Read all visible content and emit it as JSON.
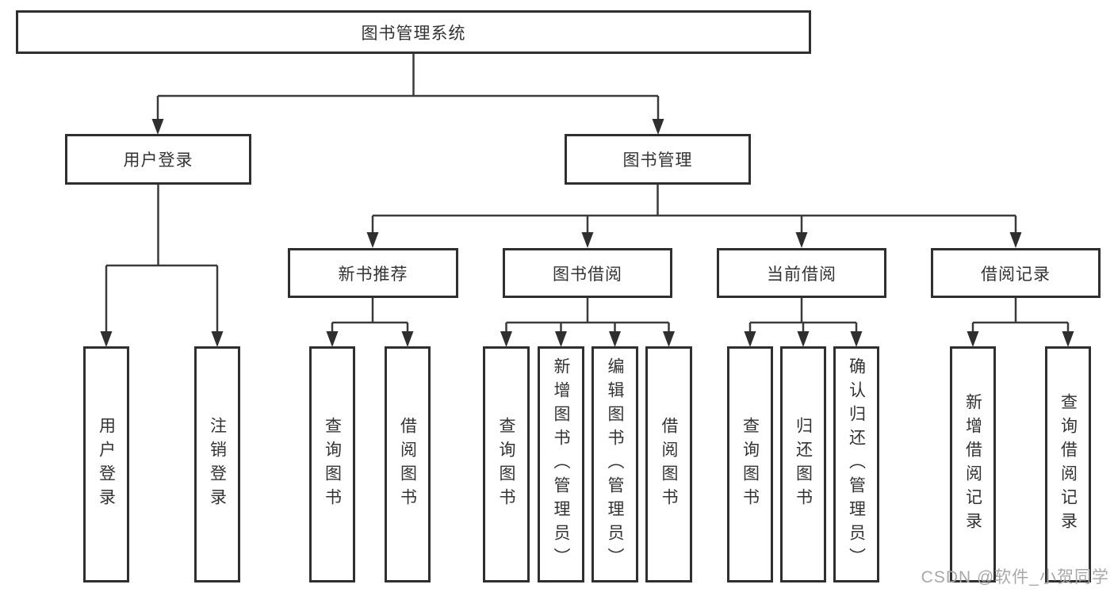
{
  "diagram_type": "hierarchy-tree",
  "colors": {
    "background": "#ffffff",
    "box_border": "#2f2f2f",
    "connector_line": "#3a3a3a",
    "text": "#333333",
    "watermark_text": "#a8a8a8"
  },
  "tree": {
    "label": "图书管理系统",
    "children": [
      {
        "label": "用户登录",
        "children": [
          {
            "label": "用户登录"
          },
          {
            "label": "注销登录"
          }
        ]
      },
      {
        "label": "图书管理",
        "children": [
          {
            "label": "新书推荐",
            "children": [
              {
                "label": "查询图书"
              },
              {
                "label": "借阅图书"
              }
            ]
          },
          {
            "label": "图书借阅",
            "children": [
              {
                "label": "查询图书"
              },
              {
                "label": "新增图书（管理员）"
              },
              {
                "label": "编辑图书（管理员）"
              },
              {
                "label": "借阅图书"
              }
            ]
          },
          {
            "label": "当前借阅",
            "children": [
              {
                "label": "查询图书"
              },
              {
                "label": "归还图书"
              },
              {
                "label": "确认归还（管理员）"
              }
            ]
          },
          {
            "label": "借阅记录",
            "children": [
              {
                "label": "新增借阅记录"
              },
              {
                "label": "查询借阅记录"
              }
            ]
          }
        ]
      }
    ]
  },
  "watermark": {
    "text": "CSDN @软件_小贺同学"
  }
}
